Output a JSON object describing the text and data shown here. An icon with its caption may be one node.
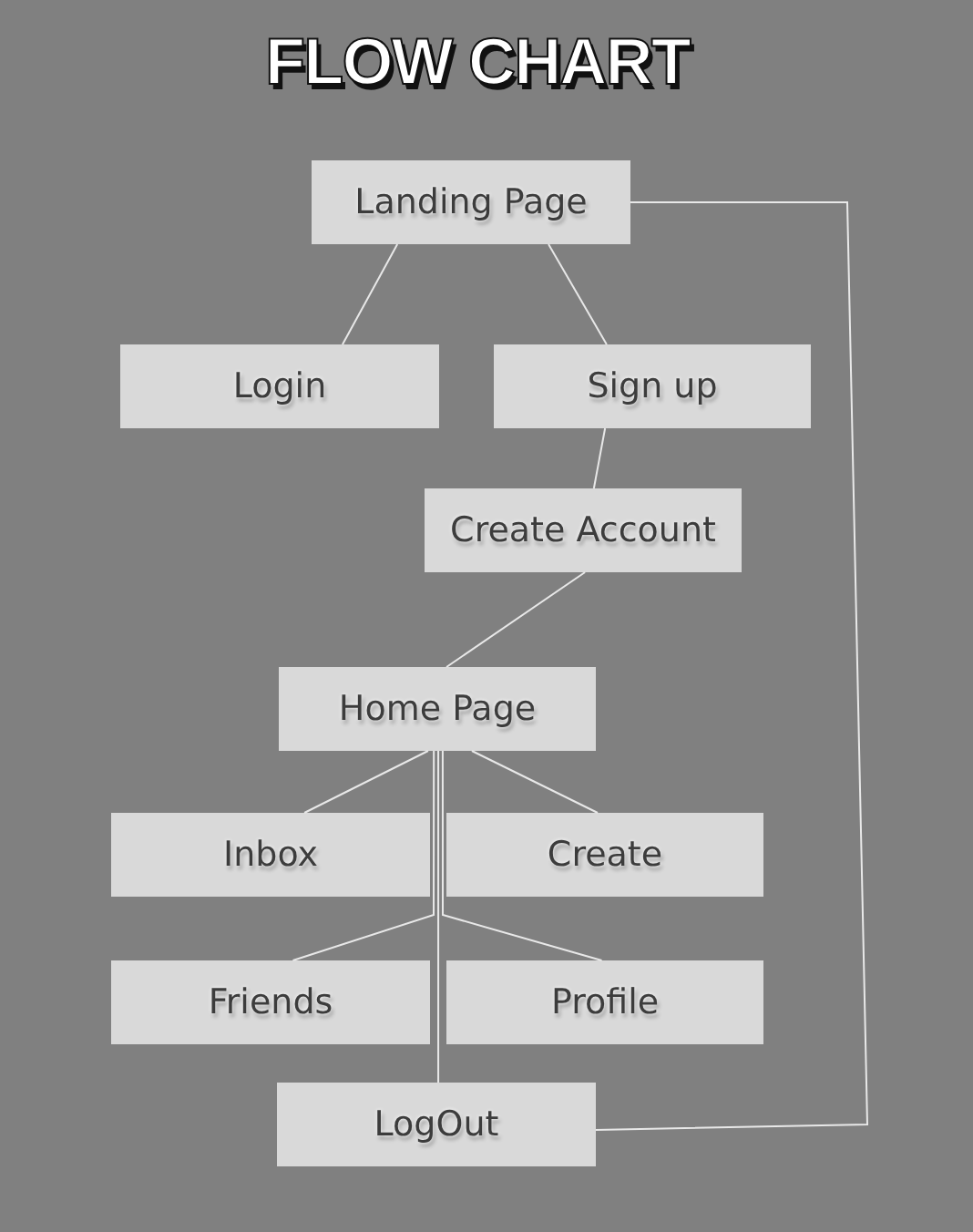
{
  "diagram": {
    "title": "FLOW CHART",
    "nodes": [
      {
        "text": [
          "Landing Page"
        ]
      },
      {
        "text": [
          "Login"
        ]
      },
      {
        "text": [
          "Sign up"
        ]
      },
      {
        "text": [
          "Create Account"
        ]
      },
      {
        "text": [
          "Home Page"
        ]
      },
      {
        "text": [
          "Inbox"
        ]
      },
      {
        "text": [
          "Create"
        ]
      },
      {
        "text": [
          "Friends"
        ]
      },
      {
        "text": [
          "Profile"
        ]
      },
      {
        "text": [
          "LogOut"
        ]
      }
    ],
    "edges": [
      {
        "from": 0,
        "to": 1,
        "arrow": "none"
      },
      {
        "from": 0,
        "to": 2,
        "arrow": "none"
      },
      {
        "from": 2,
        "to": 3,
        "arrow": "none"
      },
      {
        "from": 3,
        "to": 4,
        "arrow": "none"
      },
      {
        "from": 4,
        "to": 5,
        "arrow": "none"
      },
      {
        "from": 4,
        "to": 6,
        "arrow": "none"
      },
      {
        "from": 4,
        "to": 7,
        "arrow": "none"
      },
      {
        "from": 4,
        "to": 8,
        "arrow": "none"
      },
      {
        "from": 4,
        "to": 9,
        "arrow": "none"
      },
      {
        "from": 0,
        "to": 9,
        "arrow": "none"
      }
    ]
  }
}
